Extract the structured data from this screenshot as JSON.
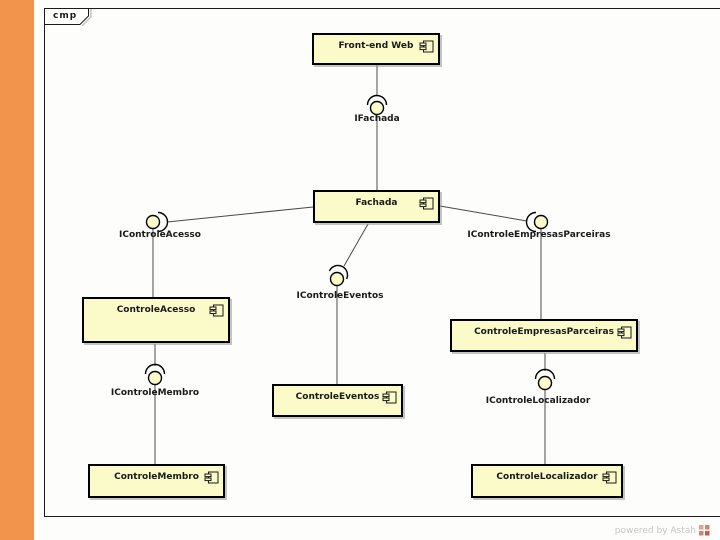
{
  "frame": {
    "label": "cmp"
  },
  "diagram": {
    "type": "uml-component-diagram",
    "components": [
      {
        "id": "front-end-web",
        "label": "Front-end Web"
      },
      {
        "id": "fachada",
        "label": "Fachada"
      },
      {
        "id": "controle-acesso",
        "label": "ControleAcesso"
      },
      {
        "id": "controle-empresas-parceiras",
        "label": "ControleEmpresasParceiras"
      },
      {
        "id": "controle-eventos",
        "label": "ControleEventos"
      },
      {
        "id": "controle-membro",
        "label": "ControleMembro"
      },
      {
        "id": "controle-localizador",
        "label": "ControleLocalizador"
      }
    ],
    "interfaces": [
      {
        "id": "ifachada",
        "label": "IFachada"
      },
      {
        "id": "icontrole-acesso",
        "label": "IControleAcesso"
      },
      {
        "id": "icontrole-empresas-parceiras",
        "label": "IControleEmpresasParceiras"
      },
      {
        "id": "icontrole-eventos",
        "label": "IControleEventos"
      },
      {
        "id": "icontrole-membro",
        "label": "IControleMembro"
      },
      {
        "id": "icontrole-localizador",
        "label": "IControleLocalizador"
      }
    ],
    "connections": [
      "Front-end Web — IFachada — Fachada",
      "Fachada — IControleAcesso — ControleAcesso",
      "Fachada — IControleEmpresasParceiras — ControleEmpresasParceiras",
      "Fachada — IControleEventos — ControleEventos",
      "ControleAcesso — IControleMembro — ControleMembro",
      "ControleEmpresasParceiras — IControleLocalizador — ControleLocalizador"
    ]
  },
  "watermark": {
    "text": "powered by Astah"
  },
  "colors": {
    "accent_orange": "#f2944c",
    "component_fill": "#fbfbc9",
    "line": "#4a4a4a",
    "watermark_text": "#c6c6c6",
    "logo": "#dd8070"
  }
}
